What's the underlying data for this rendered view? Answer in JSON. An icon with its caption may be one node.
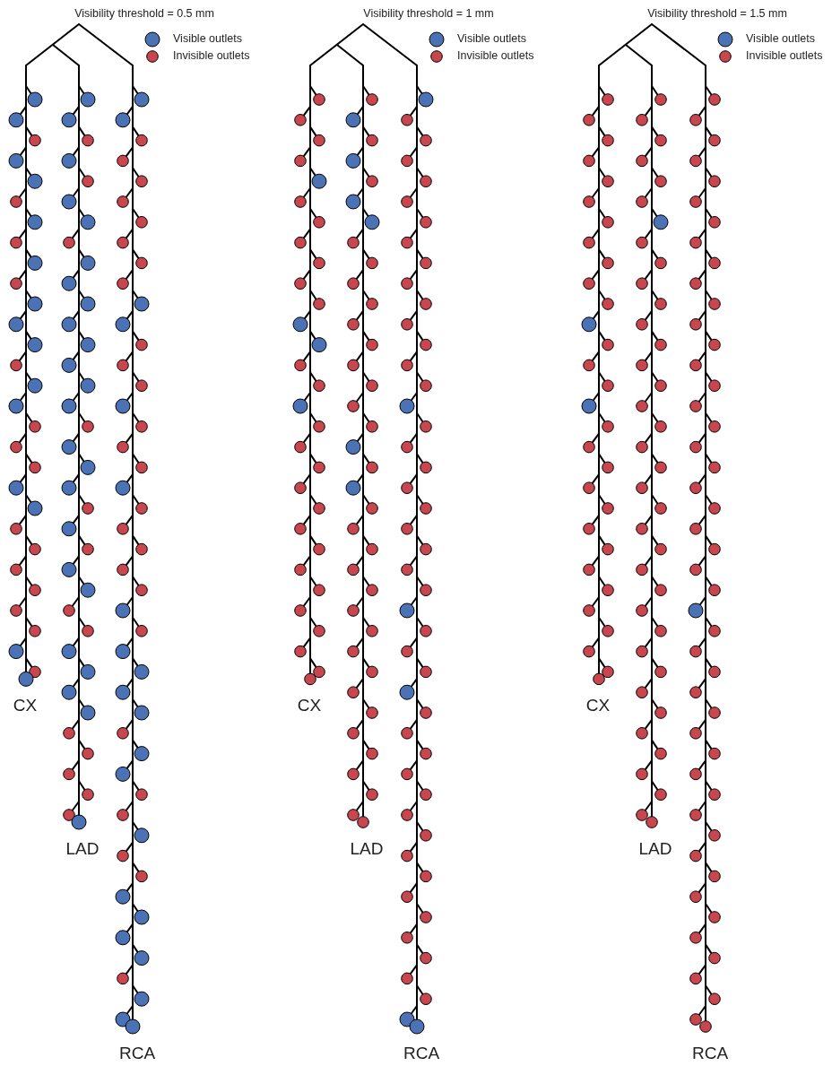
{
  "diagram": {
    "labels": [
      "Visibility threshold = 0.5 mm",
      "CX",
      "LAD",
      "RCA",
      "Visibility threshold = 1 mm",
      "CX",
      "LAD",
      "RCA",
      "Visibility threshold = 1.5 mm",
      "CX",
      "LAD",
      "RCA"
    ],
    "legend": [
      {
        "text": "Visible outlets",
        "color": "#4a72b4"
      },
      {
        "text": "Invisible outlets",
        "color": "#c8474f"
      },
      {
        "text": "Visible outlets",
        "color": "#4a72b4"
      },
      {
        "text": "Invisible outlets",
        "color": "#c8474f"
      },
      {
        "text": "Visible outlets",
        "color": "#4a72b4"
      },
      {
        "text": "Invisible outlets",
        "color": "#c8474f"
      }
    ]
  }
}
